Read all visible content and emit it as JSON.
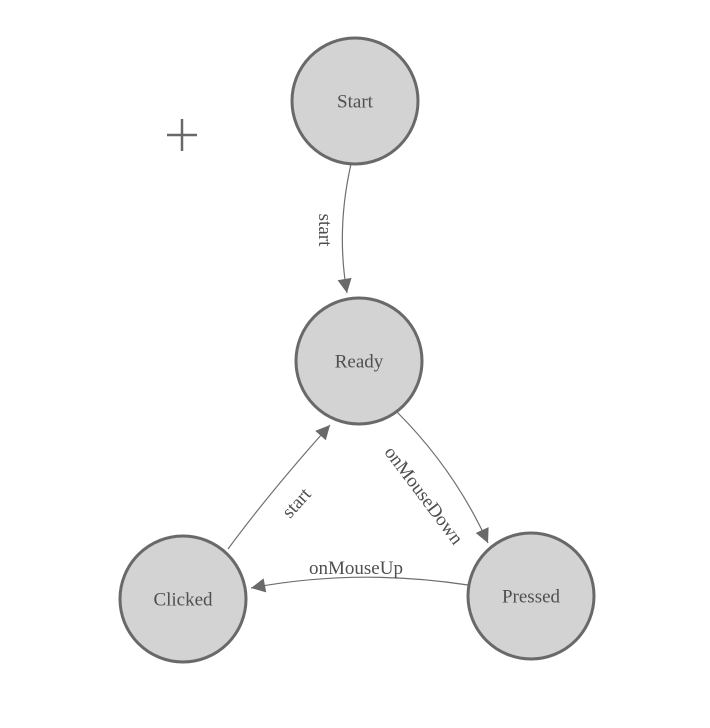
{
  "colors": {
    "node_fill": "#d3d3d3",
    "node_stroke": "#696969",
    "edge_stroke": "#6e6e6e",
    "arrow_fill": "#696969",
    "label_text": "#4f4f4f",
    "plus_icon": "#696969",
    "canvas_bg": "#ffffff"
  },
  "diagram": {
    "type": "state-machine",
    "nodes": [
      {
        "id": "start",
        "label": "Start"
      },
      {
        "id": "ready",
        "label": "Ready"
      },
      {
        "id": "clicked",
        "label": "Clicked"
      },
      {
        "id": "pressed",
        "label": "Pressed"
      }
    ],
    "edges": [
      {
        "from": "start",
        "to": "ready",
        "label": "start"
      },
      {
        "from": "ready",
        "to": "pressed",
        "label": "onMouseDown"
      },
      {
        "from": "pressed",
        "to": "clicked",
        "label": "onMouseUp"
      },
      {
        "from": "clicked",
        "to": "ready",
        "label": "start"
      }
    ]
  }
}
